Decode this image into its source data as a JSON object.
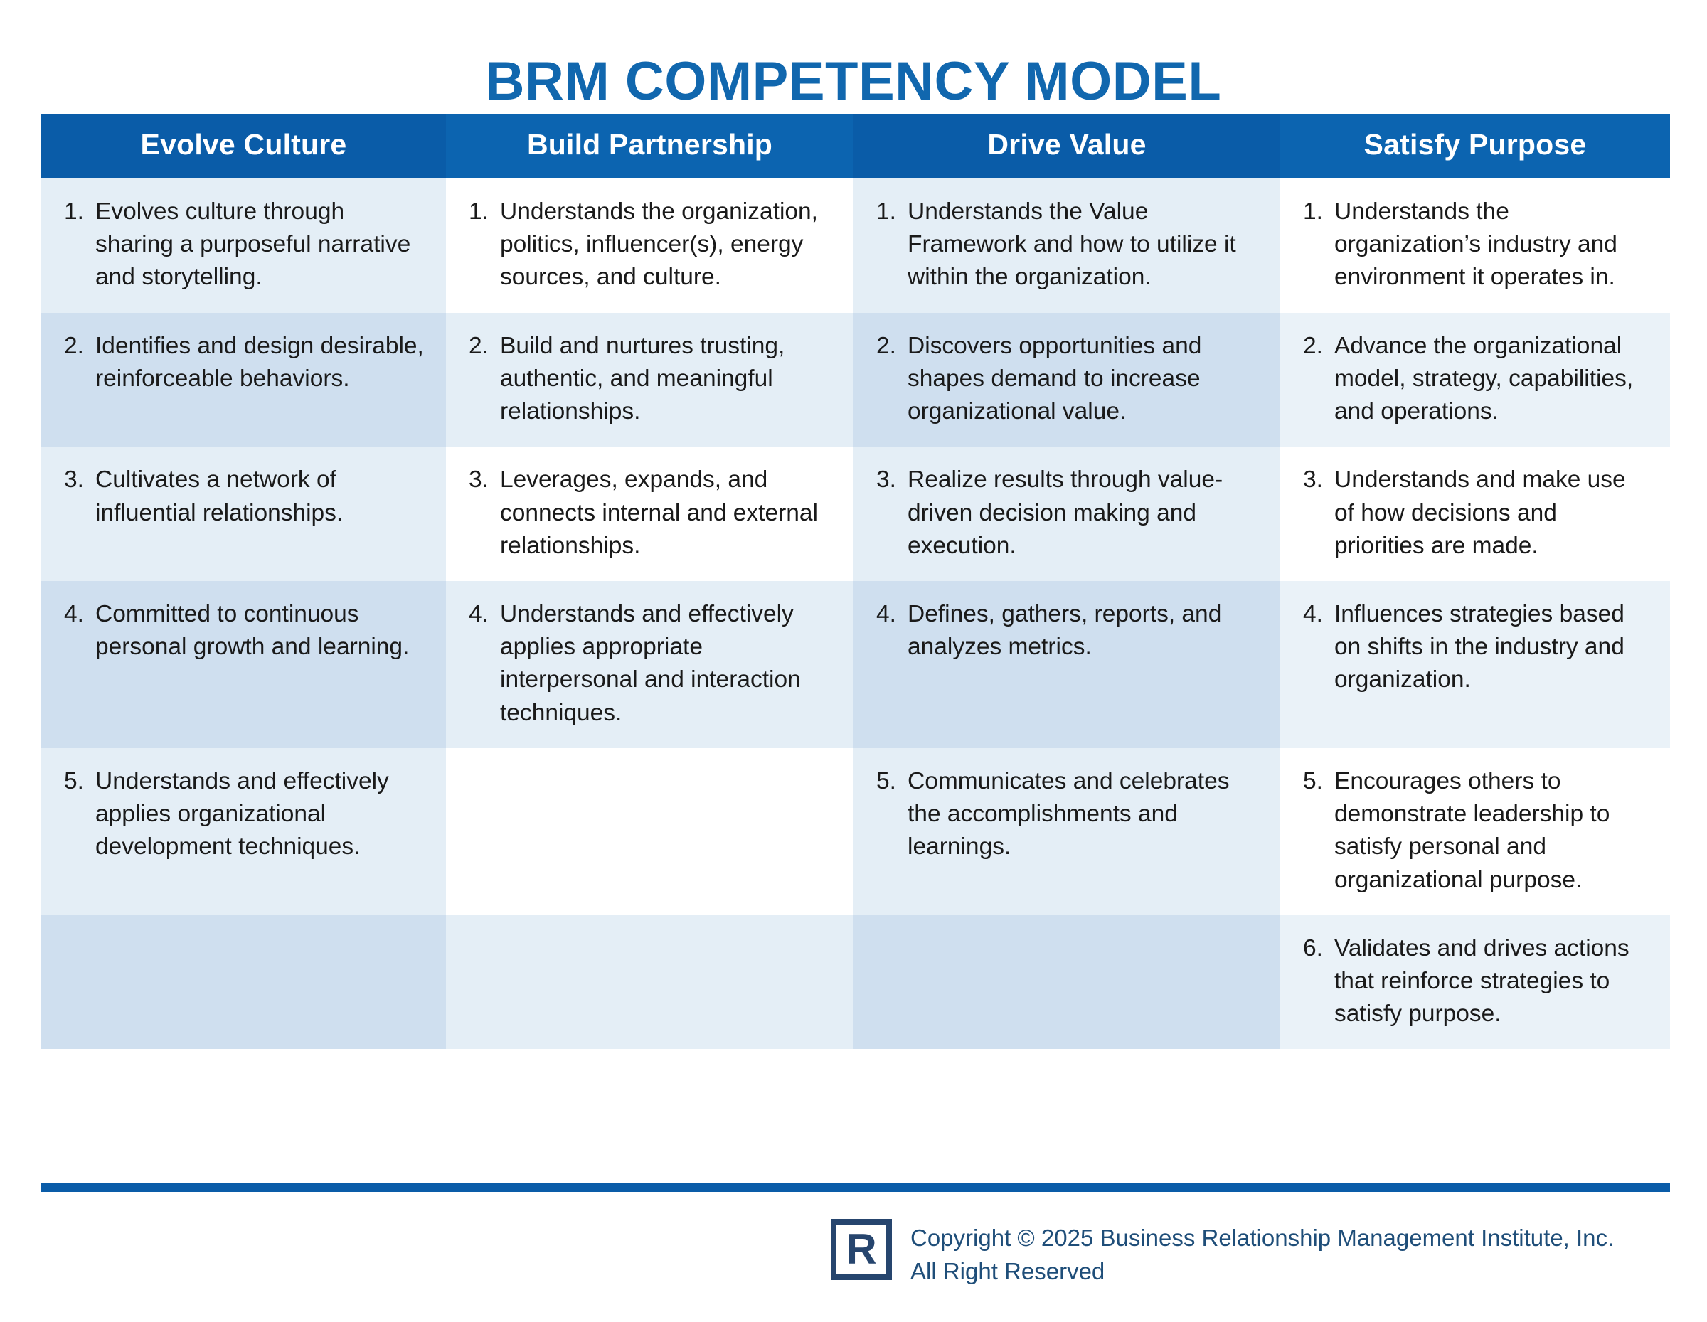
{
  "title": "BRM COMPETENCY MODEL",
  "colors": {
    "title_blue": "#1167AE",
    "header_blue_dark": "#0A5CA8",
    "header_blue_light": "#0C64B0",
    "row_tint_light": "#E4EEF6",
    "row_tint_medium": "#CFDFEF",
    "row_white": "#FFFFFF",
    "footer_navy": "#26456E",
    "copy_blue": "#1F4E79"
  },
  "table": {
    "headers": [
      "Evolve Culture",
      "Build Partnership",
      "Drive Value",
      "Satisfy Purpose"
    ],
    "columns": [
      {
        "header": "Evolve Culture",
        "items": [
          {
            "num": "1.",
            "text": "Evolves culture through sharing a purposeful narrative and storytelling."
          },
          {
            "num": "2.",
            "text": "Identifies and design desirable, reinforceable behaviors."
          },
          {
            "num": "3.",
            "text": "Cultivates a network of influential relationships."
          },
          {
            "num": "4.",
            "text": "Committed to continuous personal growth and learning."
          },
          {
            "num": "5.",
            "text": "Understands and effectively applies organizational development techniques."
          },
          {
            "num": "",
            "text": ""
          }
        ]
      },
      {
        "header": "Build Partnership",
        "items": [
          {
            "num": "1.",
            "text": "Understands the organization, politics, influencer(s), energy sources, and culture."
          },
          {
            "num": "2.",
            "text": "Build and nurtures trusting, authentic, and meaningful relationships."
          },
          {
            "num": "3.",
            "text": "Leverages, expands, and connects internal and external relationships."
          },
          {
            "num": "4.",
            "text": "Understands and effectively applies appropriate interpersonal and interaction techniques."
          },
          {
            "num": "",
            "text": ""
          },
          {
            "num": "",
            "text": ""
          }
        ]
      },
      {
        "header": "Drive Value",
        "items": [
          {
            "num": "1.",
            "text": "Understands the Value Framework and how to utilize it within the organization."
          },
          {
            "num": "2.",
            "text": "Discovers opportunities and shapes demand to increase organizational value."
          },
          {
            "num": "3.",
            "text": "Realize results through value-driven decision making and execution."
          },
          {
            "num": "4.",
            "text": "Defines, gathers, reports, and analyzes metrics."
          },
          {
            "num": "5.",
            "text": "Communicates and celebrates the accomplishments and learnings."
          },
          {
            "num": "",
            "text": ""
          }
        ]
      },
      {
        "header": "Satisfy Purpose",
        "items": [
          {
            "num": "1.",
            "text": "Understands the organization’s industry and environment it operates in."
          },
          {
            "num": "2.",
            "text": "Advance the organizational model, strategy, capabilities, and operations."
          },
          {
            "num": "3.",
            "text": "Understands and make use of how decisions and priorities are made."
          },
          {
            "num": "4.",
            "text": "Influences strategies based on shifts in the industry and organization."
          },
          {
            "num": "5.",
            "text": "Encourages others to demonstrate leadership to satisfy personal and organizational purpose."
          },
          {
            "num": "6.",
            "text": "Validates and drives actions that reinforce strategies to satisfy purpose."
          }
        ]
      }
    ]
  },
  "footer": {
    "logo_letter": "R",
    "copyright_line1": "Copyright © 2025 Business Relationship Management Institute, Inc.",
    "copyright_line2": "All Right Reserved"
  }
}
